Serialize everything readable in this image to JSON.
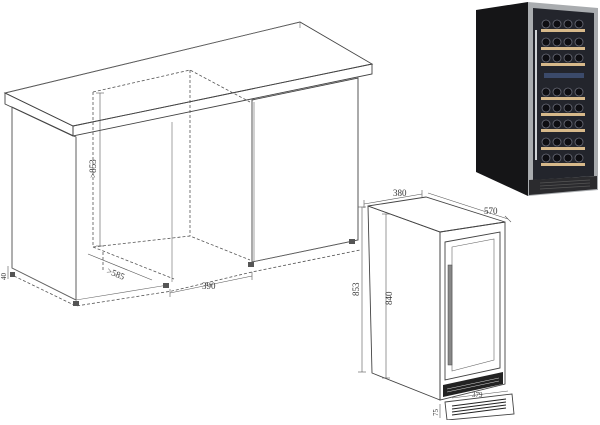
{
  "dimensions": {
    "niche_height": ">853",
    "niche_depth": ">585",
    "niche_width": "390",
    "foot_gap": "40",
    "unit_width": "380",
    "unit_depth": "570",
    "unit_height_total": "853",
    "unit_height_body": "840",
    "unit_grille_width": "379",
    "unit_grille_depth": "75"
  },
  "colors": {
    "cabinet_body": "#1b1b1d",
    "steel_trim": "#a9acaf",
    "wooden_shelf": "#d7b98a",
    "glass": "#2a2c33",
    "line": "#444444"
  }
}
